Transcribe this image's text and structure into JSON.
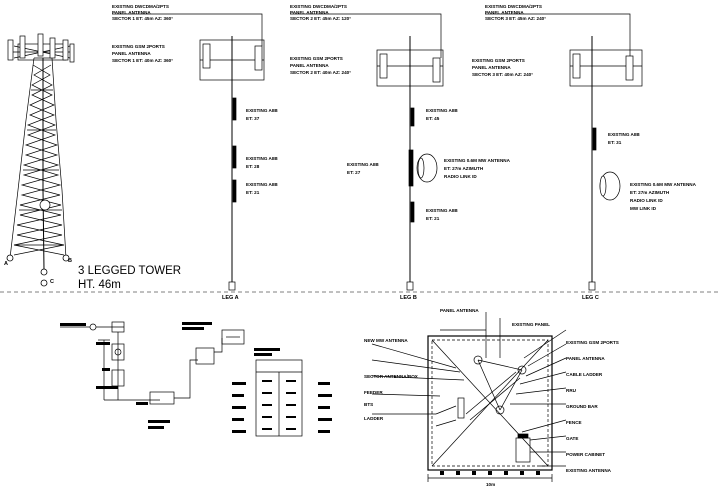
{
  "tower": {
    "title_line1": "3 LEGGED TOWER",
    "title_line2": "HT. 46m",
    "leg_marks": [
      "A",
      "B",
      "C"
    ]
  },
  "legs": [
    {
      "name": "LEG A",
      "callouts": [
        "EXISTING DWCDMA/2PTS",
        "PANEL ANTENNA",
        "SECTOR 1 ET: 45m AZ: 360°",
        "EXISTING GSM 2PORTS",
        "PANEL ANTENNA",
        "SECTOR 1 ET: 40m AZ: 360°",
        "EXISTING AIIB",
        "ET: 37",
        "EXISTING AIIB",
        "ET: 28",
        "EXISTING AIIB",
        "ET: 21"
      ]
    },
    {
      "name": "LEG B",
      "callouts": [
        "EXISTING DWCDMA/2PTS",
        "PANEL ANTENNA",
        "SECTOR 2 ET: 45m AZ: 120°",
        "EXISTING GSM 2PORTS",
        "PANEL ANTENNA",
        "SECTOR 2 ET: 40m AZ: 240°",
        "EXISTING AIIB",
        "ET: 45",
        "EXISTING AIIB",
        "ET: 27",
        "EXISTING 0.6M MW ANTENNA",
        "ET: 27m AZIMUTH",
        "RADIO LINK ID",
        "EXISTING AIIB",
        "ET: 21"
      ]
    },
    {
      "name": "LEG C",
      "callouts": [
        "EXISTING DWCDMA/2PTS",
        "PANEL ANTENNA",
        "SECTOR 3 ET: 45m AZ: 240°",
        "EXISTING GSM 2PORTS",
        "PANEL ANTENNA",
        "SECTOR 3 ET: 40m AZ: 240°",
        "EXISTING AIIB",
        "ET: 31",
        "EXISTING 0.6M MW ANTENNA",
        "ET: 27m AZIMUTH",
        "RADIO LINK ID",
        "MW LINK ID"
      ]
    }
  ],
  "plan": {
    "callouts_left": [
      "NEW MW ANTENNA",
      "SECTOR ANTENNA/BOX",
      "BTS",
      "FEEDER",
      "LADDER"
    ],
    "callouts_right": [
      "PANEL ANTENNA",
      "EXISTING PANEL",
      "EXISTING GSM 2PORTS",
      "PANEL ANTENNA",
      "CABLE LADDER",
      "RRU",
      "GROUND BAR",
      "FENCE",
      "GATE",
      "POWER CABINET",
      "EXISTING ANTENNA"
    ],
    "dimension": "10m"
  },
  "colors": {
    "ink": "#000000",
    "paper": "#ffffff"
  }
}
